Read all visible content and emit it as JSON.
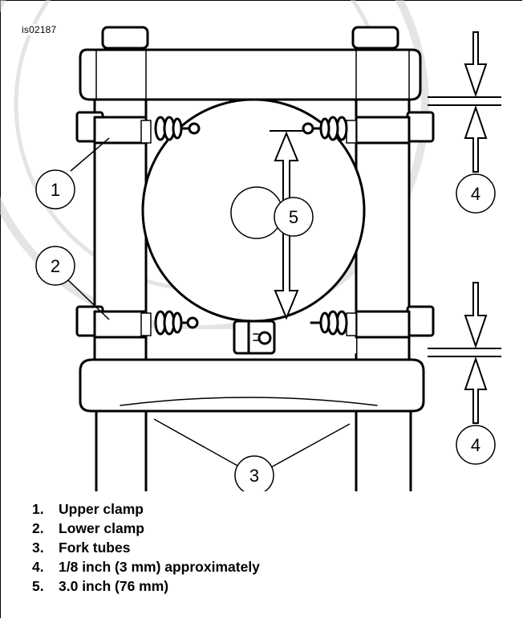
{
  "figure": {
    "id": "is02187",
    "callouts": [
      "1",
      "2",
      "3",
      "4",
      "4",
      "5"
    ],
    "colors": {
      "ink": "#000000",
      "fill": "#ffffff",
      "watermark": "#c9c9c9"
    }
  },
  "legend": {
    "items": [
      {
        "num": "1.",
        "text": "Upper clamp"
      },
      {
        "num": "2.",
        "text": "Lower clamp"
      },
      {
        "num": "3.",
        "text": "Fork tubes"
      },
      {
        "num": "4.",
        "text": "1/8 inch (3 mm) approximately"
      },
      {
        "num": "5.",
        "text": "3.0 inch (76 mm)"
      }
    ]
  }
}
